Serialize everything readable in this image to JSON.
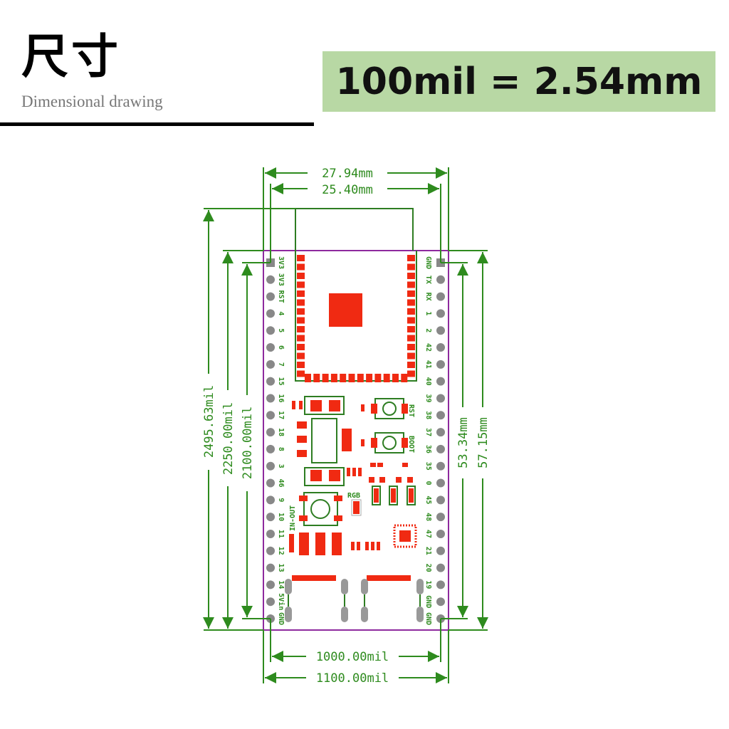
{
  "header": {
    "title": "尺寸",
    "subtitle": "Dimensional drawing",
    "scale_note": "100mil = 2.54mm"
  },
  "dimensions": {
    "width_outer_mm": "27.94mm",
    "width_pins_mm": "25.40mm",
    "height_total_mil": "2495.63mil",
    "height_board_mil": "2250.00mil",
    "height_pins_mil": "2100.00mil",
    "height_pins_mm": "53.34mm",
    "height_board_mm": "57.15mm",
    "width_pins_mil": "1000.00mil",
    "width_board_mil": "1100.00mil"
  },
  "board": {
    "left_pins": [
      "3V3",
      "3V3",
      "RST",
      "4",
      "5",
      "6",
      "7",
      "15",
      "16",
      "17",
      "18",
      "8",
      "3",
      "46",
      "9",
      "10",
      "11",
      "12",
      "13",
      "14",
      "5Vin",
      "GND"
    ],
    "right_pins": [
      "GND",
      "TX",
      "RX",
      "1",
      "2",
      "42",
      "41",
      "40",
      "39",
      "38",
      "37",
      "36",
      "35",
      "0",
      "45",
      "48",
      "47",
      "21",
      "20",
      "19",
      "GND",
      "GND"
    ],
    "labels": {
      "rst": "RST",
      "boot": "BOOT",
      "rgb": "RGB",
      "in_out": "IN-OUT"
    }
  },
  "colors": {
    "dimension": "#2e8b1e",
    "pad": "#f02a12",
    "outline": "#8e2a9e",
    "pin": "#888888",
    "silk": "#2e7d22",
    "scale_box": "#b8d8a4"
  }
}
